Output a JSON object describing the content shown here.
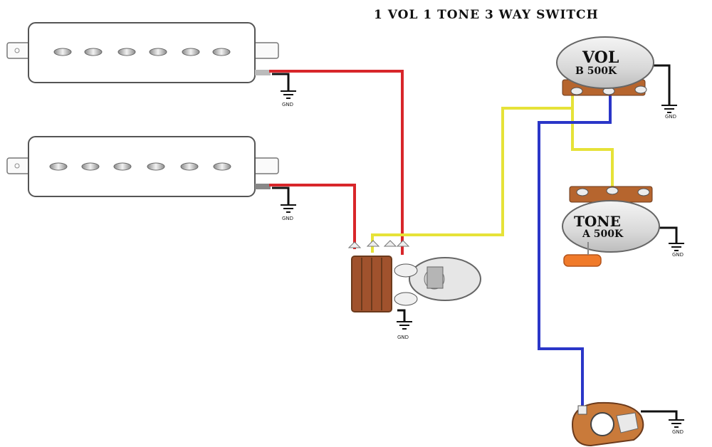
{
  "diagram": {
    "title": "1 VOL 1 TONE 3 WAY SWITCH",
    "vol_pot": {
      "name": "VOL",
      "value": "B 500K"
    },
    "tone_pot": {
      "name": "TONE",
      "value": "A 500K"
    },
    "ground_label": "GND",
    "colors": {
      "hot_wire": "#d8262a",
      "selector_wire": "#e6e238",
      "output_wire": "#2a36c8",
      "ground_wire": "#111111",
      "switch_body": "#a0522d",
      "capacitor": "#f07a2a"
    }
  }
}
